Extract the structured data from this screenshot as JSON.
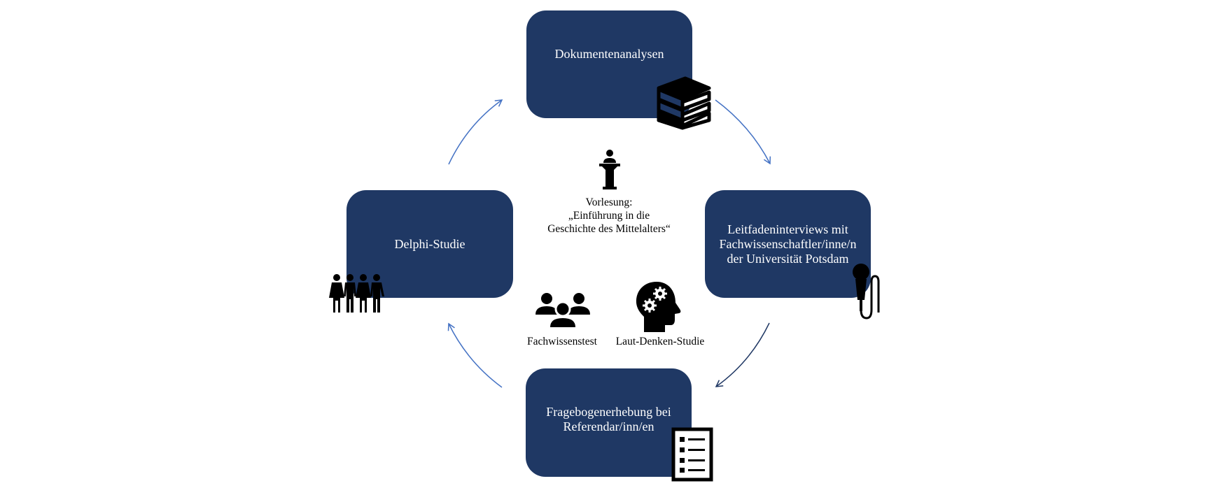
{
  "diagram": {
    "type": "cycle",
    "colors": {
      "box_fill": "#1f3864",
      "box_text": "#ffffff",
      "arrow_light": "#4472c4",
      "arrow_dark": "#203864",
      "icon": "#000000"
    },
    "nodes": [
      {
        "id": "top",
        "label": "Dokumentenanalysen",
        "icon": "books-icon"
      },
      {
        "id": "right",
        "label": "Leitfadeninterviews mit\nFachwissenschaftler/inne/n\nder Universität Potsdam",
        "icon": "microphone-icon"
      },
      {
        "id": "bottom",
        "label": "Fragebogenerhebung bei\nReferendar/inn/en",
        "icon": "checklist-icon"
      },
      {
        "id": "left",
        "label": "Delphi-Studie",
        "icon": "people-group-icon"
      }
    ],
    "cycle_order": [
      "top",
      "right",
      "bottom",
      "left",
      "top"
    ],
    "center_items": [
      {
        "label": "Vorlesung:\n„Einführung in die\nGeschichte des Mittelalters“",
        "icon": "lectern-speaker-icon"
      },
      {
        "label": "Fachwissenstest",
        "icon": "users-icon"
      },
      {
        "label": "Laut-Denken-Studie",
        "icon": "head-gears-icon"
      }
    ]
  }
}
